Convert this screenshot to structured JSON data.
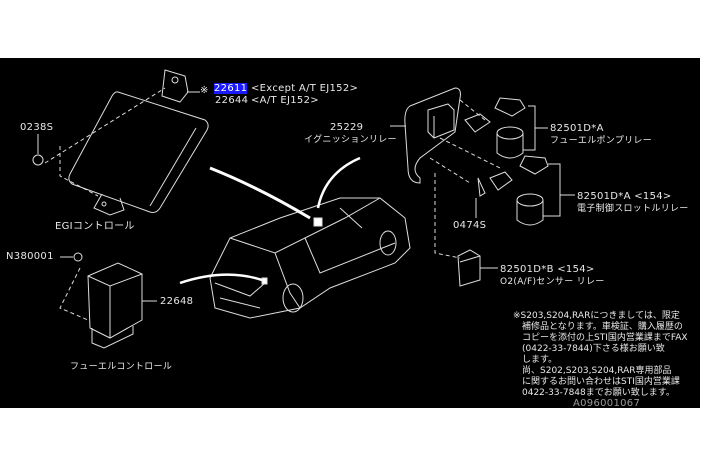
{
  "diagram": {
    "egi": {
      "mark": "※",
      "part_highlighted": "22611",
      "part_highlighted_note": "<Except A/T EJ152>",
      "part_alt": "22644",
      "part_alt_note": "<A/T EJ152>",
      "label": "EGIコントロール"
    },
    "bolt_egi": "0238S",
    "ignition_relay": {
      "part": "25229",
      "label": "イグニッションリレー"
    },
    "fuel_pump_relay": {
      "part": "82501D*A",
      "label": "フューエルポンプリレー"
    },
    "throttle_relay": {
      "part": "82501D*A <154>",
      "label": "電子制御スロットルリレー"
    },
    "bolt_relay": "0474S",
    "o2_relay": {
      "part": "82501D*B <154>",
      "label": "O2(A/F)センサー リレー"
    },
    "nut_fuel": "N380001",
    "fuel_control": {
      "part": "22648",
      "label": "フューエルコントロール"
    },
    "notes": [
      "※S203,S204,RARにつきましては、限定",
      "補修品となります。車検証、購入履歴の",
      "コピーを添付の上STI国内営業課までFAX",
      "(0422-33-7844)下さる様お願い致",
      "します。",
      "尚、S202,S203,S204,RAR専用部品",
      "に関するお問い合わせはSTI国内営業課",
      "0422-33-7848までお願い致します。"
    ],
    "figure_id": "A096001067"
  },
  "colors": {
    "background": "#000000",
    "line": "#e8e8e8",
    "highlight": "#1a1aff"
  }
}
